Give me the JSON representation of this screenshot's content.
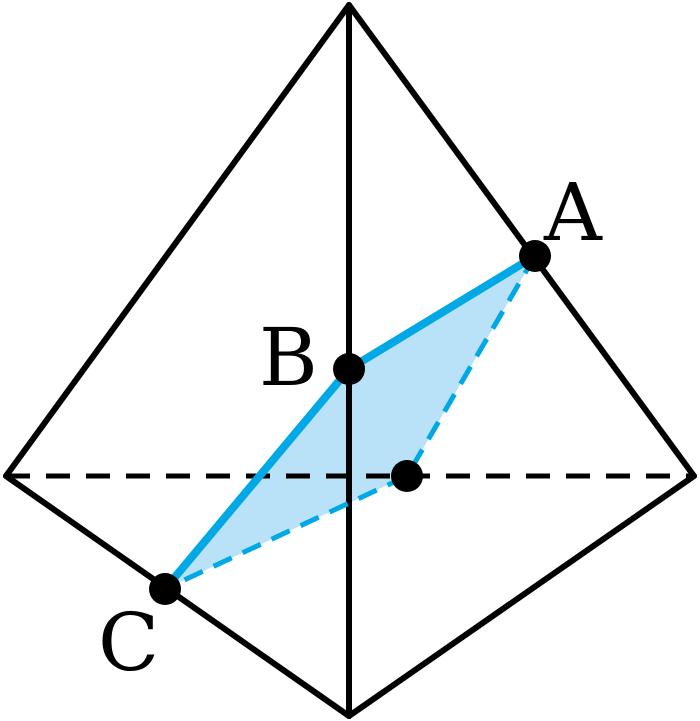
{
  "diagram": {
    "labels": {
      "A": "A",
      "B": "B",
      "C": "C"
    },
    "colors": {
      "edge": "#000000",
      "section_stroke": "#00a9e6",
      "section_fill": "#b9e2f8",
      "point": "#000000"
    }
  }
}
